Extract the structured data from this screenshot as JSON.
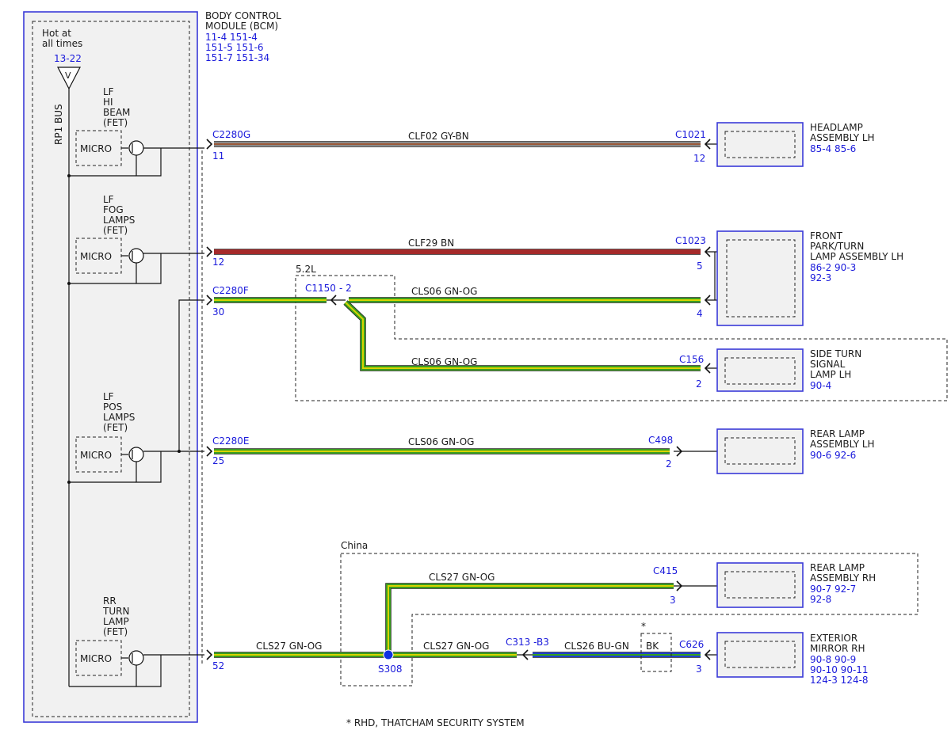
{
  "colors": {
    "gn_og": "#3a9e1e",
    "gn_og_stripe": "#d8d400",
    "gy_bn": "#8a8a8a",
    "gy_bn_stripe": "#9c5a3a",
    "bn": "#a52a2a",
    "bu_gn": "#1f3fd0",
    "bu_gn_stripe": "#37a31a",
    "label_blue": "#1a1adb",
    "module_border": "#3a3ad8",
    "splice": "#1030e0"
  },
  "bcm": {
    "title_line1": "BODY CONTROL",
    "title_line2": "MODULE (BCM)",
    "refs": [
      "11-4  151-4",
      "151-5 151-6",
      "151-7  151-34"
    ],
    "hot_line1": "Hot at",
    "hot_line2": "all times",
    "hot_ref": "13-22",
    "fuse_symbol": "V",
    "bus_label": "RP1 BUS",
    "outputs": [
      {
        "name": [
          "LF",
          "HI",
          "BEAM",
          "(FET)"
        ],
        "micro": "MICRO"
      },
      {
        "name": [
          "LF",
          "FOG",
          "LAMPS",
          "(FET)"
        ],
        "micro": "MICRO"
      },
      {
        "name": [
          "LF",
          "POS",
          "LAMPS",
          "(FET)"
        ],
        "micro": "MICRO"
      },
      {
        "name": [
          "RR",
          "TURN",
          "LAMP",
          "(FET)"
        ],
        "micro": "MICRO"
      }
    ]
  },
  "circuits": [
    {
      "connector": "C2280G",
      "pin": "11",
      "circuit": "CLF02  GY-BN",
      "far_connector": "C1021",
      "far_pin": "12"
    },
    {
      "connector": "",
      "pin": "12",
      "circuit": "CLF29  BN",
      "far_connector": "C1023",
      "far_pin": "5"
    },
    {
      "connector": "C2280F",
      "pin": "30",
      "circuit": "CLS06  GN-OG",
      "far_connector": "",
      "far_pin": "4"
    },
    {
      "connector": "",
      "pin": "",
      "circuit": "CLS06  GN-OG",
      "far_connector": "C156",
      "far_pin": "2"
    },
    {
      "connector": "C2280E",
      "pin": "25",
      "circuit": "CLS06  GN-OG",
      "far_connector": "C498",
      "far_pin": "2"
    },
    {
      "connector": "",
      "pin": "",
      "circuit": "CLS27  GN-OG",
      "far_connector": "C415",
      "far_pin": "3"
    },
    {
      "connector": "",
      "pin": "52",
      "circuit": "CLS27  GN-OG",
      "far_connector": "",
      "far_pin": ""
    },
    {
      "connector": "",
      "pin": "",
      "circuit": "CLS27  GN-OG",
      "far_connector": "C313 -B3",
      "far_pin": ""
    },
    {
      "connector": "",
      "pin": "",
      "circuit": "CLS26  BU-GN",
      "far_connector": "C626",
      "far_pin": "3"
    }
  ],
  "inline": {
    "c1150": "C1150",
    "c1150_pin": "- 2",
    "group_52l": "5.2L",
    "group_china": "China",
    "splice": "S308",
    "bk_box": "BK",
    "asterisk": "*"
  },
  "components": [
    {
      "lines": [
        "HEADLAMP",
        "ASSEMBLY LH"
      ],
      "refs": [
        "85-4  85-6"
      ]
    },
    {
      "lines": [
        "FRONT",
        "PARK/TURN",
        "LAMP ASSEMBLY LH"
      ],
      "refs": [
        "86-2  90-3",
        "92-3"
      ]
    },
    {
      "lines": [
        "SIDE TURN",
        "SIGNAL",
        "LAMP LH"
      ],
      "refs": [
        "90-4"
      ]
    },
    {
      "lines": [
        "REAR LAMP",
        "ASSEMBLY LH"
      ],
      "refs": [
        "90-6  92-6"
      ]
    },
    {
      "lines": [
        "REAR LAMP",
        "ASSEMBLY RH"
      ],
      "refs": [
        "90-7  92-7",
        "92-8"
      ]
    },
    {
      "lines": [
        "EXTERIOR",
        "MIRROR RH"
      ],
      "refs": [
        "90-8  90-9",
        "90-10 90-11",
        "124-3 124-8"
      ]
    }
  ],
  "footnote": "* RHD, THATCHAM SECURITY SYSTEM"
}
